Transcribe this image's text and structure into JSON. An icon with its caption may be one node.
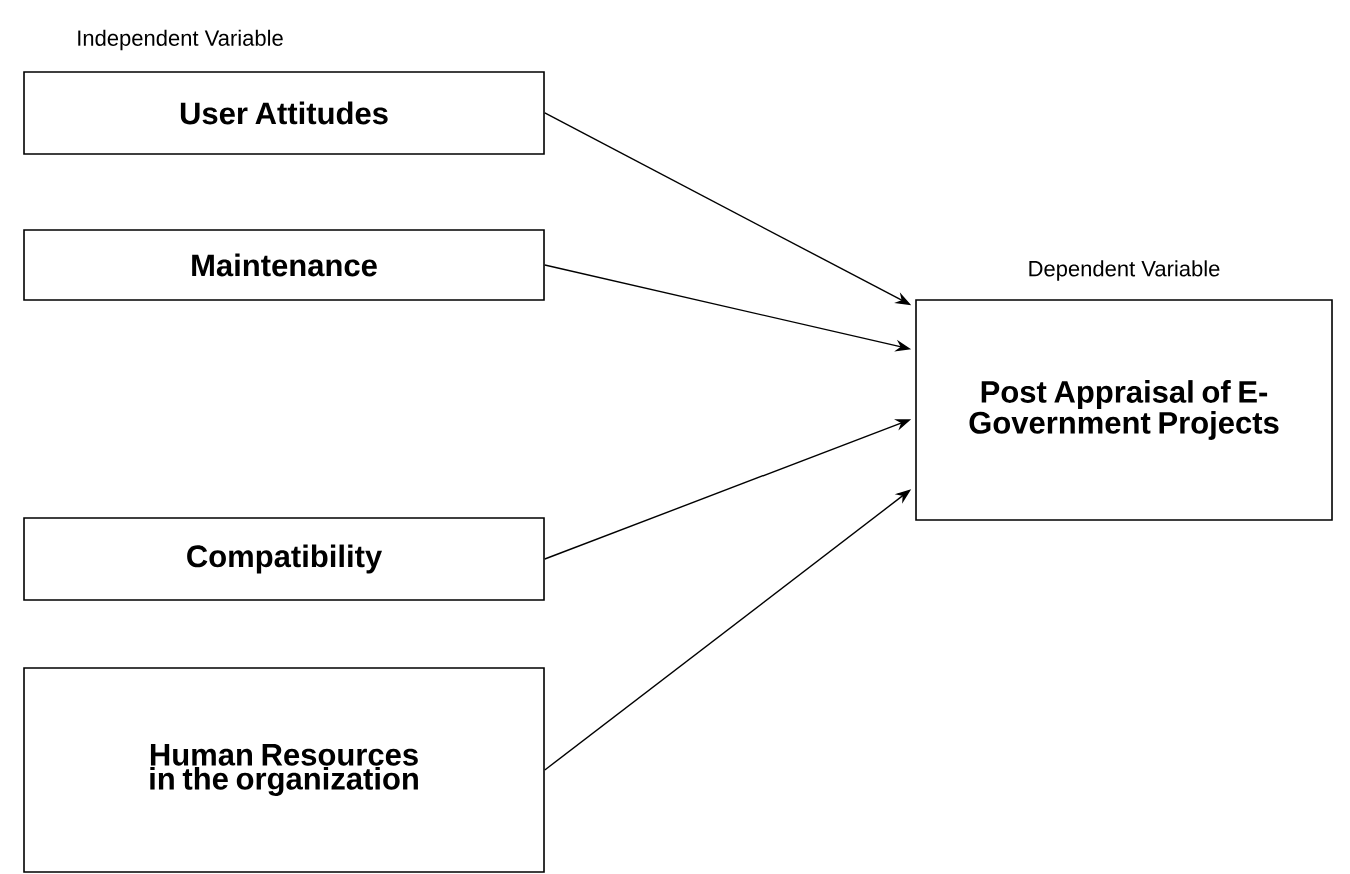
{
  "diagram": {
    "nodes": [
      {
        "text": [
          "User Attitudes"
        ]
      },
      {
        "text": [
          "Maintenance"
        ]
      },
      {
        "text": [
          "Compatibility"
        ]
      },
      {
        "text": [
          "Human Resources in the organization"
        ]
      },
      {
        "text": [
          "Dependent Variable",
          "Post Appraisal of E-Government Projects"
        ]
      }
    ],
    "edges": [
      {
        "from": 0,
        "to": 4,
        "arrow": "to"
      },
      {
        "from": 1,
        "to": 4,
        "arrow": "to"
      },
      {
        "from": 2,
        "to": 4,
        "arrow": "to"
      },
      {
        "from": 3,
        "to": 4,
        "arrow": "to"
      }
    ],
    "labels": [
      "Independent Variable"
    ]
  }
}
